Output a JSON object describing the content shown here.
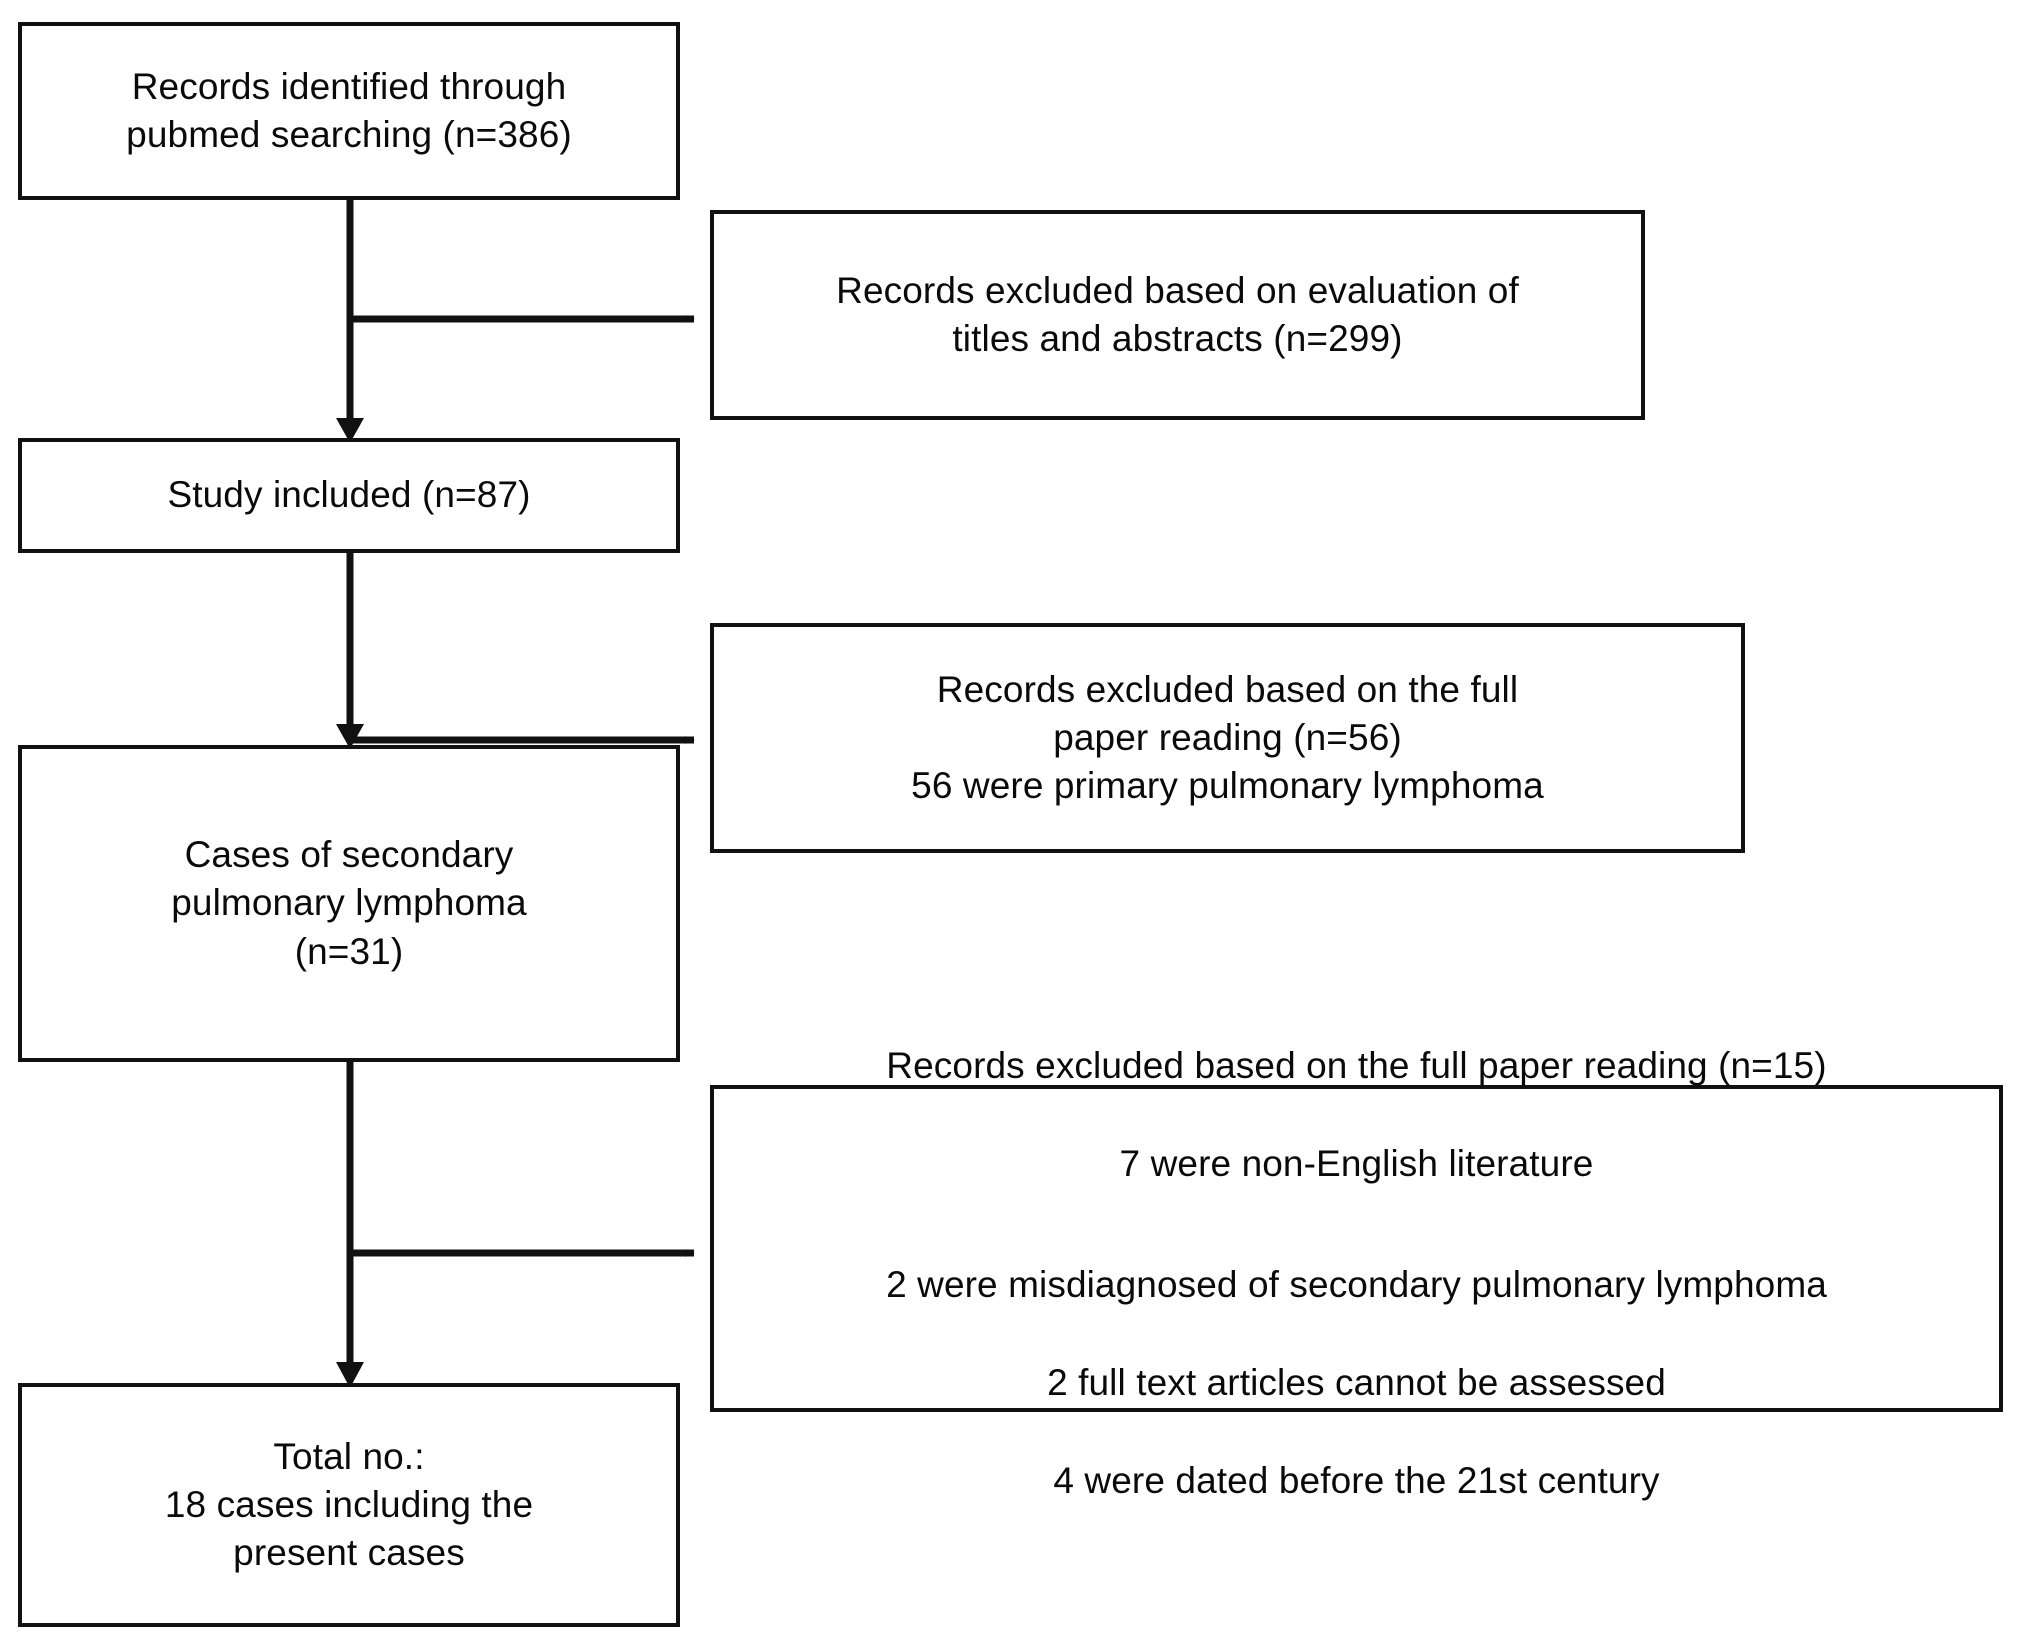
{
  "diagram": {
    "title": "Study selection flow diagram",
    "type": "prisma-flowchart",
    "colors": {
      "box_border": "#111111",
      "connector": "#111111",
      "text": "#0a0a0a",
      "background": "#ffffff"
    },
    "nodes": [
      {
        "id": "identified",
        "role": "primary-step",
        "text": "Records identified through\npubmed searching (n=386)",
        "count_label": "n=386",
        "count": 386
      },
      {
        "id": "excluded-titles",
        "role": "exclusion-step",
        "text": "Records excluded based on evaluation of\ntitles and abstracts (n=299)",
        "count_label": "n=299",
        "count": 299
      },
      {
        "id": "study-included",
        "role": "primary-step",
        "text": "Study included (n=87)",
        "count_label": "n=87",
        "count": 87
      },
      {
        "id": "excluded-fullpaper-1",
        "role": "exclusion-step",
        "text": "Records excluded based on the full\npaper reading (n=56)\n56 were primary pulmonary lymphoma",
        "count_label": "n=56",
        "count": 56,
        "reasons": [
          "56 were primary pulmonary lymphoma"
        ]
      },
      {
        "id": "secondary-cases",
        "role": "primary-step",
        "text": "Cases of secondary\npulmonary lymphoma\n(n=31)",
        "count_label": "n=31",
        "count": 31
      },
      {
        "id": "excluded-fullpaper-2",
        "role": "exclusion-step",
        "line1": "Records excluded based on the full paper reading (n=15)",
        "line2": "7 were non-English literature",
        "line3": "2 were misdiagnosed of secondary pulmonary lymphoma",
        "line4": "2 full text articles cannot be assessed",
        "line5": "4 were dated before the 21st century",
        "count_label": "n=15",
        "count": 15,
        "reasons": [
          "7 were non-English literature",
          "2 were misdiagnosed of secondary pulmonary lymphoma",
          "2 full text articles cannot be assessed",
          "4 were dated before the 21st century"
        ]
      },
      {
        "id": "total",
        "role": "result-step",
        "text": "Total no.:\n18 cases including the\npresent cases",
        "count": 18
      }
    ],
    "artifacts": {
      "ghost_text": "(n=31)"
    }
  }
}
